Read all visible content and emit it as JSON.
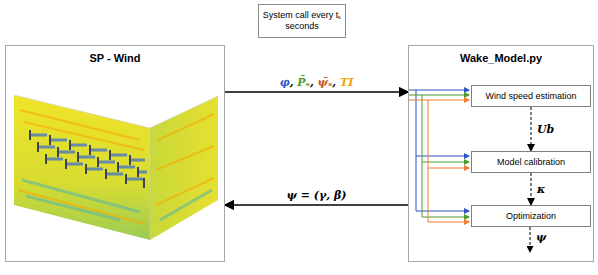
{
  "diagram": {
    "nodes": [
      {
        "text": [
          "System call every tₛ seconds"
        ]
      },
      {
        "text": [
          "SP - Wind"
        ]
      },
      {
        "text": [
          "Wake_Model.py"
        ]
      },
      {
        "text": [
          "Wind speed estimation"
        ],
        "in": 2
      },
      {
        "text": [
          "Model calibration"
        ],
        "in": 2
      },
      {
        "text": [
          "Optimization"
        ],
        "in": 2
      }
    ],
    "edges": [
      {
        "from": 1,
        "to": 2,
        "arrow": "to",
        "label": "φ, P̄ₛ, ψ̄ₛ, TI"
      },
      {
        "from": 2,
        "to": 1,
        "arrow": "to",
        "label": "ψ = (γ, β)"
      },
      {
        "from": 3,
        "to": 4,
        "arrow": "to",
        "label": "Ub"
      },
      {
        "from": 4,
        "to": 5,
        "arrow": "to",
        "label": "κ"
      }
    ],
    "labels": [
      "ψ"
    ]
  }
}
